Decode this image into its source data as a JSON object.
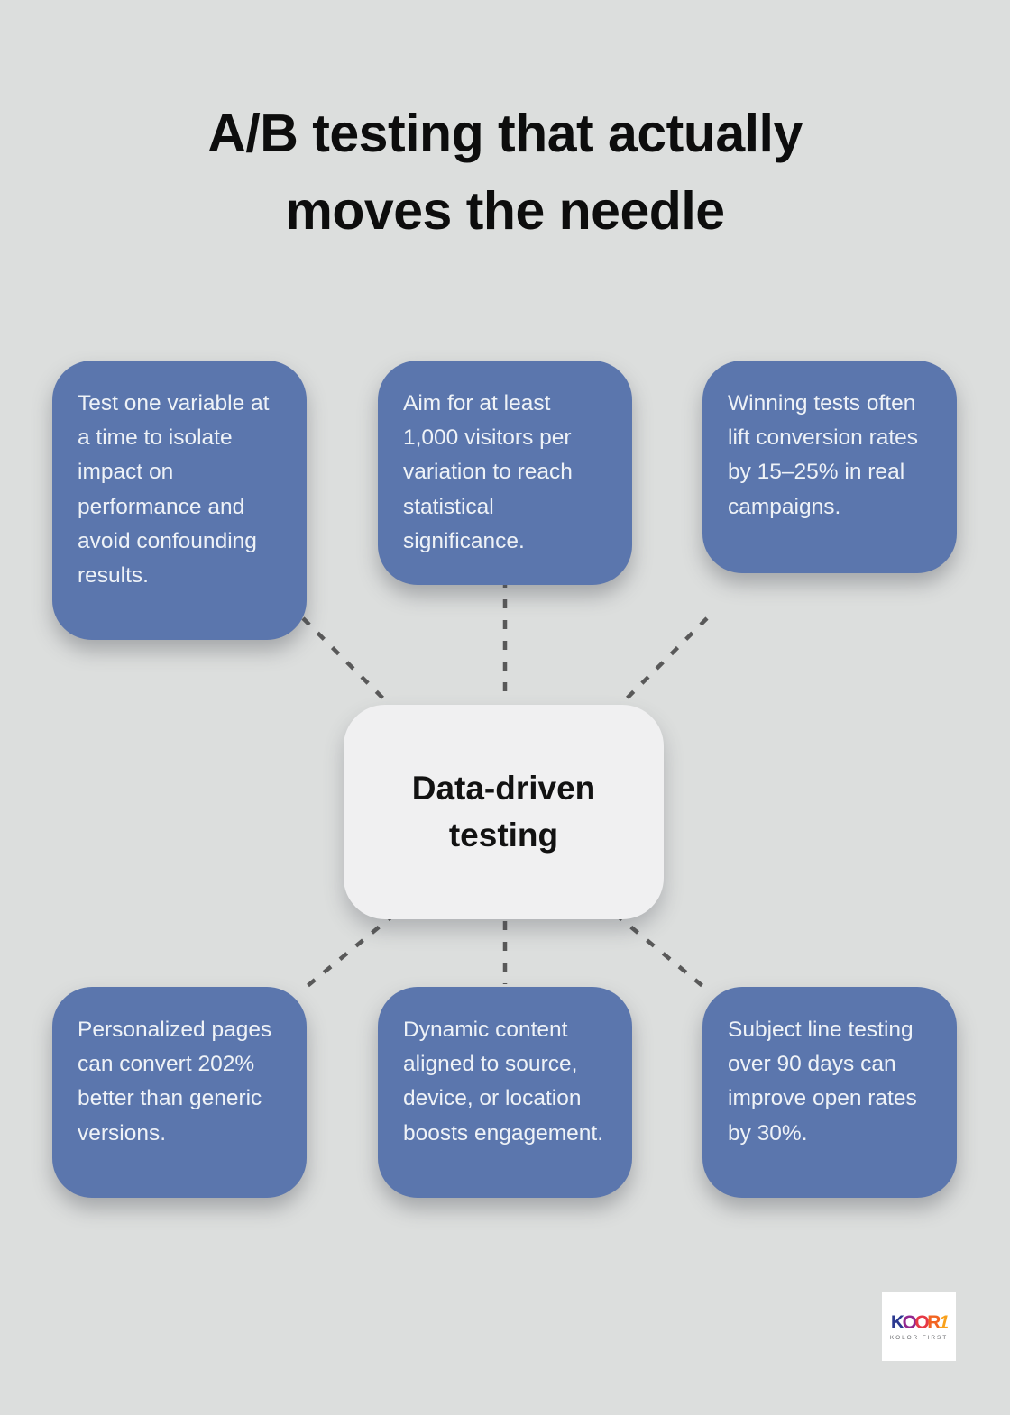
{
  "title": {
    "lines": [
      "A/B testing that actually",
      "moves the needle"
    ]
  },
  "center_node": {
    "label": "Data-driven testing"
  },
  "nodes": [
    {
      "position": "top-left",
      "text": "Test one variable at a time to isolate impact on performance and avoid confounding results."
    },
    {
      "position": "top-center",
      "text": "Aim for at least 1,000 visitors per variation to reach statistical significance."
    },
    {
      "position": "top-right",
      "text": "Winning tests often lift conversion rates by 15–25% in real campaigns."
    },
    {
      "position": "bottom-left",
      "text": "Personalized pages can convert 202% better than generic versions."
    },
    {
      "position": "bottom-center",
      "text": "Dynamic content aligned to source, device, or location boosts engagement."
    },
    {
      "position": "bottom-right",
      "text": "Subject line testing over 90 days can improve open rates by 30%."
    }
  ],
  "logo": {
    "brand": "KOOR1",
    "letters": [
      {
        "char": "K",
        "color": "#2b3990"
      },
      {
        "char": "O",
        "color": "#92278f"
      },
      {
        "char": "O",
        "color": "#e63946"
      },
      {
        "char": "R",
        "color": "#f26522"
      },
      {
        "char": "1",
        "color": "#f9a11b"
      }
    ],
    "tagline": "KOLOR FIRST"
  },
  "colors": {
    "background": "#dcdedd",
    "node_fill": "#5b76ad",
    "node_text": "#eef2f7",
    "center_fill": "#f0f0f1",
    "center_text": "#121212",
    "connector": "#595959",
    "title_text": "#0d0d0d"
  }
}
